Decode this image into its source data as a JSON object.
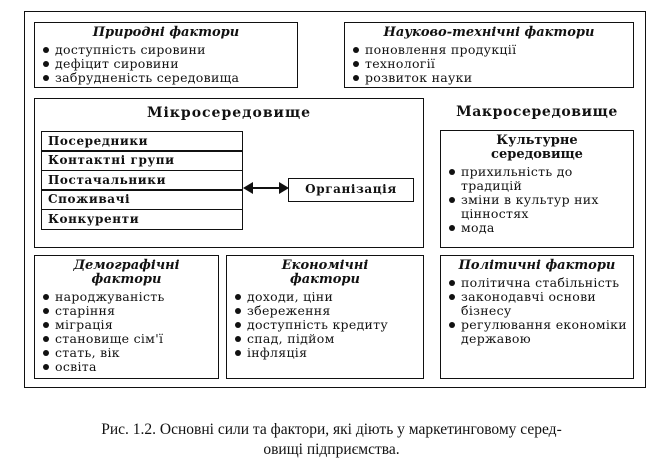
{
  "natural": {
    "title": "Природні фактори",
    "items": [
      "доступність сировини",
      "дефіцит сировини",
      "забрудненість середовища"
    ]
  },
  "scitech": {
    "title": "Науково-технічні фактори",
    "items": [
      "поновлення продукції",
      "технології",
      "розвиток науки"
    ]
  },
  "micro": {
    "title": "Мікросередовище",
    "list": [
      "Посередники",
      "Контактні групи",
      "Постачальники",
      "Споживачі",
      "Конкуренти"
    ],
    "organization": "Організація"
  },
  "macro": {
    "title": "Макросередовище"
  },
  "cultural": {
    "title_line1": "Культурне",
    "title_line2": "середовище",
    "items": [
      "прихильність до традицій",
      "зміни в культур них цінностях",
      "мода"
    ]
  },
  "demographic": {
    "title_line1": "Демографічні",
    "title_line2": "фактори",
    "items": [
      "народжуваність",
      "старіння",
      "міграція",
      "становище сім'ї",
      "стать, вік",
      "освіта"
    ]
  },
  "economic": {
    "title_line1": "Економічні",
    "title_line2": "фактори",
    "items": [
      "доходи, ціни",
      "збереження",
      "доступність кредиту",
      "спад, підйом",
      "інфляція"
    ]
  },
  "political": {
    "title": "Політичні фактори",
    "items": [
      "політична стабільність",
      "законодавчі основи бізнесу",
      "регулювання економіки державою"
    ]
  },
  "caption": {
    "line1": "Рис. 1.2. Основні сили та фактори, які діють у маркетинговому серед-",
    "line2": "овищі підприємства."
  }
}
